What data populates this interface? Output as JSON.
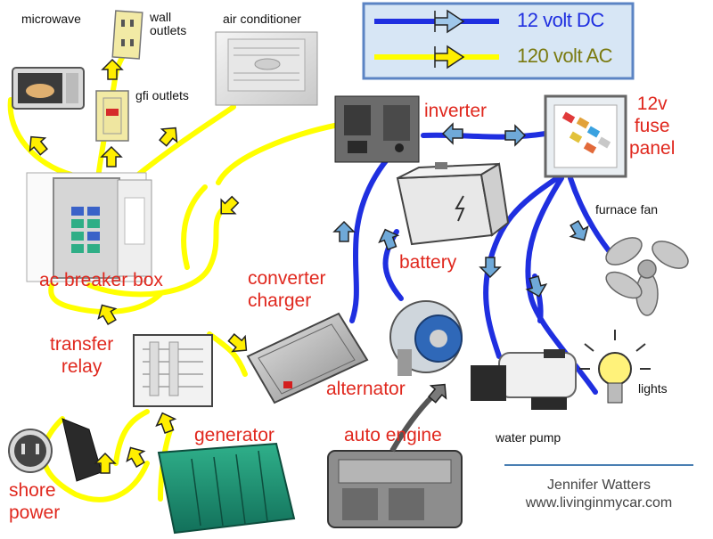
{
  "legend": {
    "dc_label": "12 volt DC",
    "ac_label": "120 volt AC",
    "dc_color": "#1f2fe0",
    "ac_color": "#ffff00"
  },
  "labels": {
    "microwave": "microwave",
    "wall_outlets": "wall\noutlets",
    "air_conditioner": "air conditioner",
    "gfi_outlets": "gfi outlets",
    "inverter": "inverter",
    "fuse_panel": "12v\nfuse\npanel",
    "furnace_fan": "furnace fan",
    "battery": "battery",
    "ac_breaker_box": "ac breaker box",
    "converter_charger": "converter\ncharger",
    "transfer_relay": "transfer\nrelay",
    "alternator": "alternator",
    "generator": "generator",
    "auto_engine": "auto engine",
    "water_pump": "water pump",
    "lights": "lights",
    "shore_power": "shore\npower"
  },
  "credit": {
    "author": "Jennifer Watters",
    "website": "www.livinginmycar.com"
  },
  "colors": {
    "label_red": "#e0281e",
    "arrow_fill": "#6fa9d8",
    "yellow_arrow": "#ffee00"
  }
}
